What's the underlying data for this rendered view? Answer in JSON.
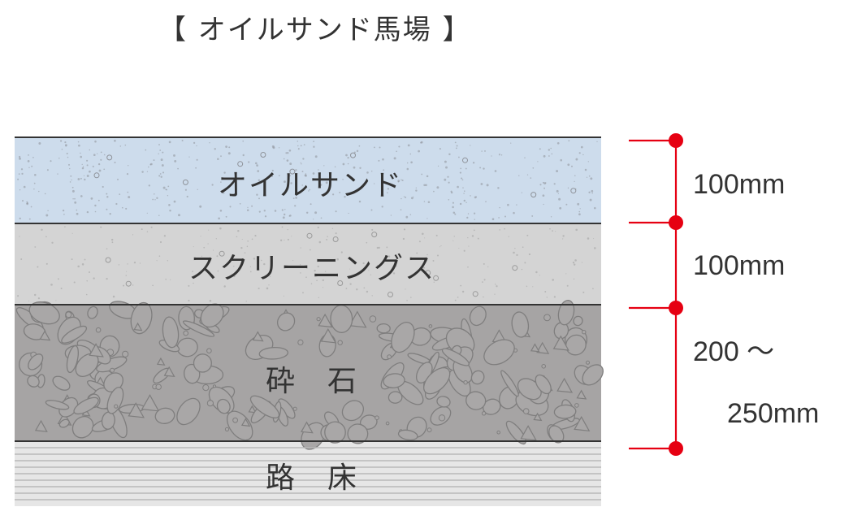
{
  "title": "【 オイルサンド馬場 】",
  "layers": [
    {
      "name": "oil-sand",
      "label": "オイルサンド",
      "color": "#cddcec"
    },
    {
      "name": "screenings",
      "label": "スクリーニングス",
      "color": "#d4d4d4"
    },
    {
      "name": "crushed-stone",
      "label": "砕　石",
      "color": "#a6a4a4"
    },
    {
      "name": "roadbed",
      "label": "路　床",
      "color": "#e6e6e6"
    }
  ],
  "dimensions": {
    "oil_sand": "100mm",
    "screenings": "100mm",
    "crushed_stone_line1": "200 ～",
    "crushed_stone_line2": "250mm"
  },
  "colors": {
    "accent": "#e60012",
    "outline": "#333333",
    "stone_stroke": "#7f7e7e",
    "roadbed_line": "#b9b9b9"
  }
}
